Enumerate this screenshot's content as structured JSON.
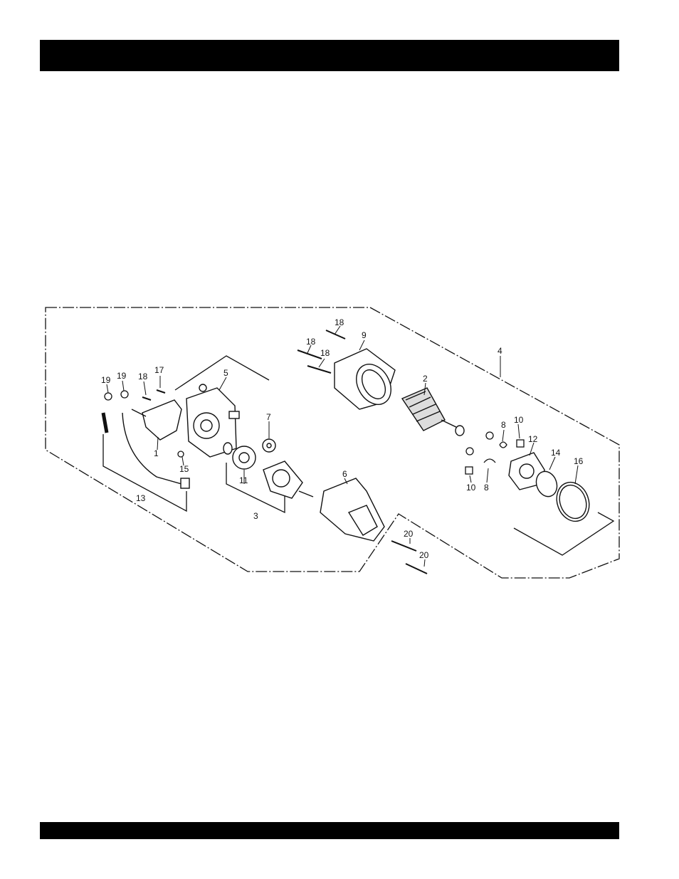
{
  "diagram": {
    "callouts": [
      {
        "id": "c18a",
        "label": "18"
      },
      {
        "id": "c9",
        "label": "9"
      },
      {
        "id": "c18b",
        "label": "18"
      },
      {
        "id": "c18c",
        "label": "18"
      },
      {
        "id": "c4",
        "label": "4"
      },
      {
        "id": "c2",
        "label": "2"
      },
      {
        "id": "c19a",
        "label": "19"
      },
      {
        "id": "c19b",
        "label": "19"
      },
      {
        "id": "c18d",
        "label": "18"
      },
      {
        "id": "c17",
        "label": "17"
      },
      {
        "id": "c5",
        "label": "5"
      },
      {
        "id": "c7",
        "label": "7"
      },
      {
        "id": "c1",
        "label": "1"
      },
      {
        "id": "c15",
        "label": "15"
      },
      {
        "id": "c11",
        "label": "11"
      },
      {
        "id": "c13",
        "label": "13"
      },
      {
        "id": "c3",
        "label": "3"
      },
      {
        "id": "c6",
        "label": "6"
      },
      {
        "id": "c8a",
        "label": "8"
      },
      {
        "id": "c10a",
        "label": "10"
      },
      {
        "id": "c12",
        "label": "12"
      },
      {
        "id": "c14",
        "label": "14"
      },
      {
        "id": "c16",
        "label": "16"
      },
      {
        "id": "c10b",
        "label": "10"
      },
      {
        "id": "c8b",
        "label": "8"
      },
      {
        "id": "c20a",
        "label": "20"
      },
      {
        "id": "c20b",
        "label": "20"
      }
    ]
  }
}
